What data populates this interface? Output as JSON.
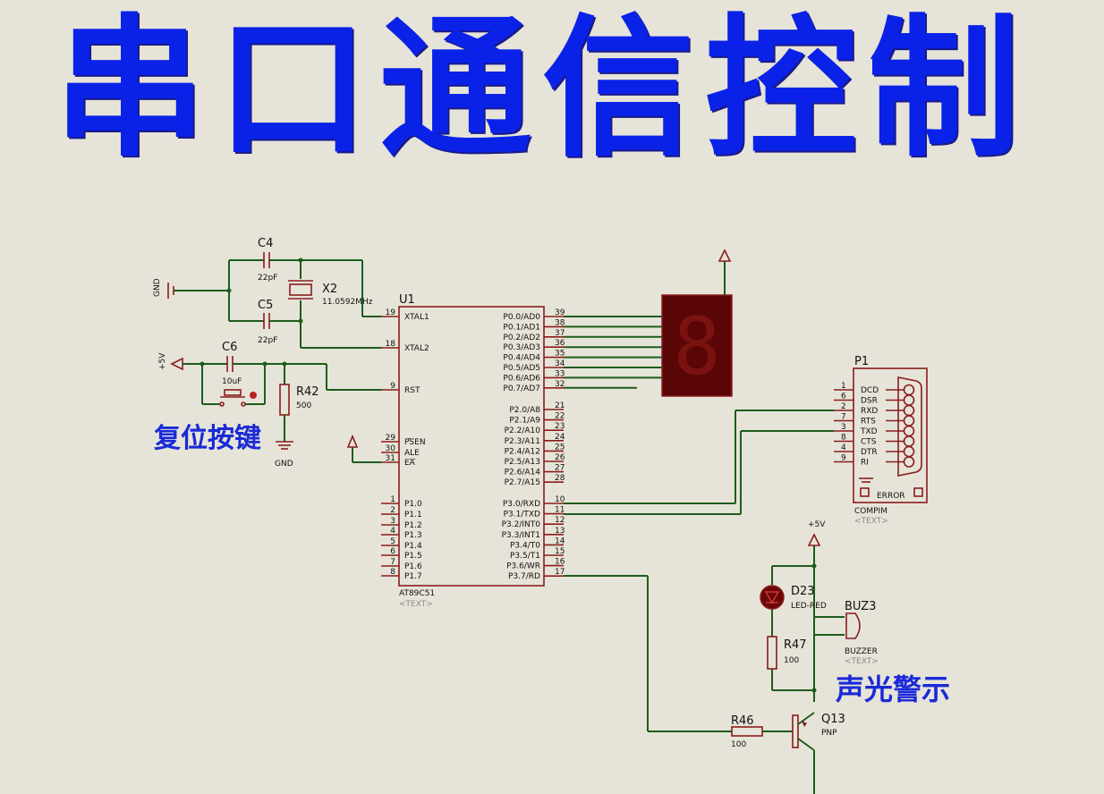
{
  "title": "串口通信控制",
  "annotations": {
    "reset": "复位按键",
    "alarm": "声光警示"
  },
  "power": {
    "gnd": "GND",
    "vcc": "+5V"
  },
  "components": {
    "c4": {
      "ref": "C4",
      "value": "22pF"
    },
    "c5": {
      "ref": "C5",
      "value": "22pF"
    },
    "c6": {
      "ref": "C6",
      "value": "10uF"
    },
    "x2": {
      "ref": "X2",
      "value": "11.0592MHz"
    },
    "r42": {
      "ref": "R42",
      "value": "500"
    },
    "r46": {
      "ref": "R46",
      "value": "100"
    },
    "r47": {
      "ref": "R47",
      "value": "100"
    },
    "d23": {
      "ref": "D23",
      "value": "LED-RED"
    },
    "buz3": {
      "ref": "BUZ3",
      "value": "BUZZER"
    },
    "q13": {
      "ref": "Q13",
      "value": "PNP"
    },
    "p1": {
      "ref": "P1",
      "value": "COMPIM",
      "error": "ERROR"
    },
    "u1": {
      "ref": "U1",
      "value": "AT89C51"
    },
    "text_placeholder": "<TEXT>"
  },
  "mcu_left_pins": [
    {
      "num": "19",
      "name": "XTAL1"
    },
    {
      "num": "18",
      "name": "XTAL2"
    },
    {
      "num": "9",
      "name": "RST"
    },
    {
      "num": "29",
      "name": "PSEN"
    },
    {
      "num": "30",
      "name": "ALE"
    },
    {
      "num": "31",
      "name": "EA"
    },
    {
      "num": "1",
      "name": "P1.0"
    },
    {
      "num": "2",
      "name": "P1.1"
    },
    {
      "num": "3",
      "name": "P1.2"
    },
    {
      "num": "4",
      "name": "P1.3"
    },
    {
      "num": "5",
      "name": "P1.4"
    },
    {
      "num": "6",
      "name": "P1.5"
    },
    {
      "num": "7",
      "name": "P1.6"
    },
    {
      "num": "8",
      "name": "P1.7"
    }
  ],
  "mcu_right_pins": [
    {
      "num": "39",
      "name": "P0.0/AD0"
    },
    {
      "num": "38",
      "name": "P0.1/AD1"
    },
    {
      "num": "37",
      "name": "P0.2/AD2"
    },
    {
      "num": "36",
      "name": "P0.3/AD3"
    },
    {
      "num": "35",
      "name": "P0.4/AD4"
    },
    {
      "num": "34",
      "name": "P0.5/AD5"
    },
    {
      "num": "33",
      "name": "P0.6/AD6"
    },
    {
      "num": "32",
      "name": "P0.7/AD7"
    },
    {
      "num": "21",
      "name": "P2.0/A8"
    },
    {
      "num": "22",
      "name": "P2.1/A9"
    },
    {
      "num": "23",
      "name": "P2.2/A10"
    },
    {
      "num": "24",
      "name": "P2.3/A11"
    },
    {
      "num": "25",
      "name": "P2.4/A12"
    },
    {
      "num": "26",
      "name": "P2.5/A13"
    },
    {
      "num": "27",
      "name": "P2.6/A14"
    },
    {
      "num": "28",
      "name": "P2.7/A15"
    },
    {
      "num": "10",
      "name": "P3.0/RXD"
    },
    {
      "num": "11",
      "name": "P3.1/TXD"
    },
    {
      "num": "12",
      "name": "P3.2/INT0"
    },
    {
      "num": "13",
      "name": "P3.3/INT1"
    },
    {
      "num": "14",
      "name": "P3.4/T0"
    },
    {
      "num": "15",
      "name": "P3.5/T1"
    },
    {
      "num": "16",
      "name": "P3.6/WR"
    },
    {
      "num": "17",
      "name": "P3.7/RD"
    }
  ],
  "db9_pins": [
    {
      "num": "1",
      "name": "DCD"
    },
    {
      "num": "6",
      "name": "DSR"
    },
    {
      "num": "2",
      "name": "RXD"
    },
    {
      "num": "7",
      "name": "RTS"
    },
    {
      "num": "3",
      "name": "TXD"
    },
    {
      "num": "8",
      "name": "CTS"
    },
    {
      "num": "4",
      "name": "DTR"
    },
    {
      "num": "9",
      "name": "RI"
    }
  ],
  "seven_segment_digit": "8",
  "colors": {
    "title": "#0a22e8",
    "wire": "#1d5d1d",
    "component": "#8a1c1c",
    "segment_display": "#5a0606",
    "background": "#e6e4d8"
  }
}
